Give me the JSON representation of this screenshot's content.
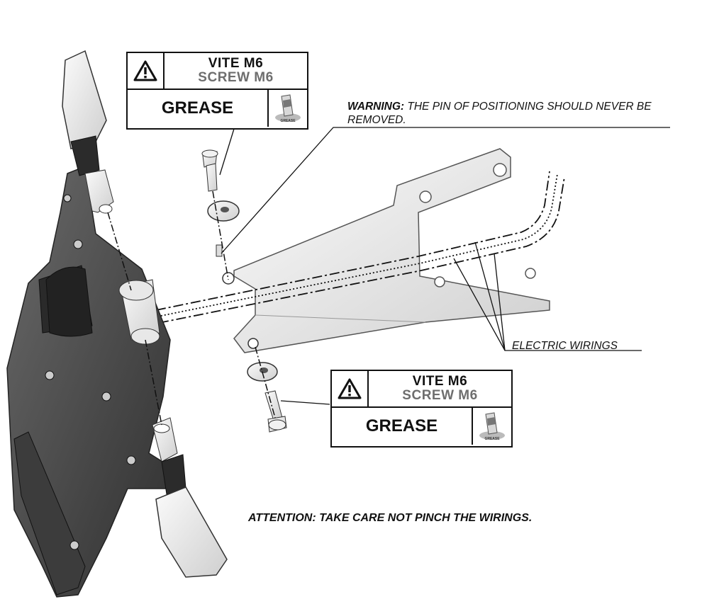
{
  "spec_boxes": [
    {
      "line1": "VITE M6",
      "line2": "SCREW M6",
      "grease": "GREASE",
      "grease_icon_label": "GREASE"
    },
    {
      "line1": "VITE M6",
      "line2": "SCREW M6",
      "grease": "GREASE",
      "grease_icon_label": "GREASE"
    }
  ],
  "warning": {
    "label": "WARNING:",
    "text": " THE PIN OF POSITIONING SHOULD NEVER BE REMOVED."
  },
  "wiring_label": "ELECTRIC WIRINGS",
  "attention": "ATTENTION: TAKE CARE NOT PINCH THE WIRINGS.",
  "colors": {
    "ink": "#111111",
    "grey_text": "#6e6e6e",
    "metal_dark": "#4a4a4a",
    "metal_light": "#e6e6e6"
  }
}
